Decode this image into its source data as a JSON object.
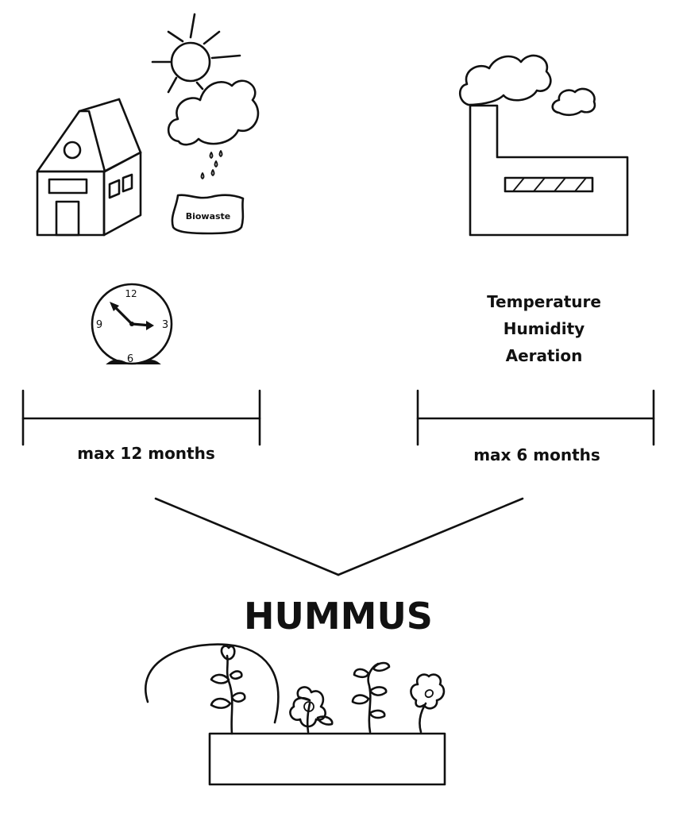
{
  "labels": {
    "biowaste": "Biowaste",
    "factors": [
      "Temperature",
      "Humidity",
      "Aeration"
    ],
    "left_duration": "max 12 months",
    "right_duration": "max 6 months",
    "result": "HUMMUS"
  },
  "clock": {
    "numerals": [
      "12",
      "3",
      "6",
      "9"
    ]
  },
  "colors": {
    "ink": "#111111",
    "background": "#ffffff"
  }
}
